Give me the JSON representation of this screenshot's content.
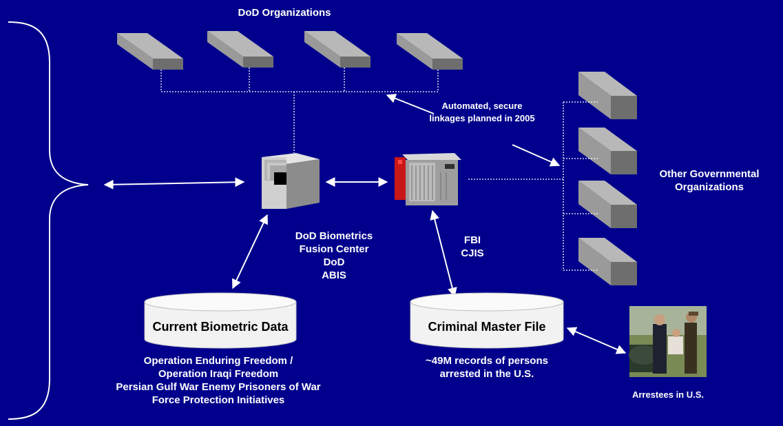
{
  "labels": {
    "dod_organizations": "DoD Organizations",
    "automated_linkages": [
      "Automated, secure",
      "linkages planned in 2005"
    ],
    "other_governmental": [
      "Other Governmental",
      "Organizations"
    ],
    "dod_abis": [
      "DoD Biometrics",
      "Fusion Center",
      "DoD",
      "ABIS"
    ],
    "fbi_cjis": [
      "FBI",
      "CJIS"
    ],
    "current_biometric_data": "Current Biometric Data",
    "criminal_master_file": "Criminal Master File",
    "biometric_sources": [
      "Operation Enduring Freedom /",
      "Operation Iraqi Freedom",
      "Persian Gulf War Enemy Prisoners of War",
      "Force Protection Initiatives"
    ],
    "cmf_description": [
      "~49M records of persons",
      "arrested in the U.S."
    ],
    "arrestees": "Arrestees in U.S."
  },
  "colors": {
    "background": "#00008c",
    "text": "#ffffff",
    "box_light": "#b8b8b8",
    "box_dark": "#6e6e6e",
    "cjis_red": "#c81818",
    "cylinder": "#f4f4f4"
  },
  "icons": {
    "dod_org_box": "gray-box-icon",
    "other_gov_box": "gray-box-icon",
    "abis_server": "server-icon",
    "cjis_server": "mainframe-icon",
    "database": "database-cylinder-icon",
    "arrest_photo": "arrest-photo"
  }
}
